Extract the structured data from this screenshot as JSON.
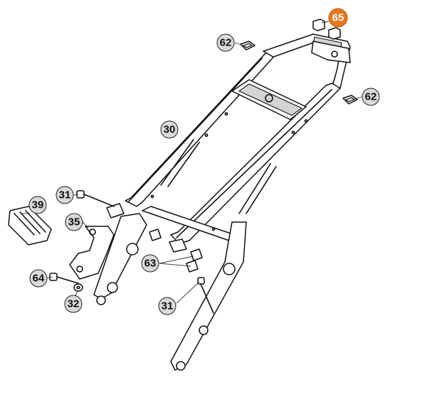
{
  "callouts": [
    {
      "id": "c65",
      "label": "65",
      "highlight": true
    },
    {
      "id": "c62a",
      "label": "62",
      "highlight": false
    },
    {
      "id": "c62b",
      "label": "62",
      "highlight": false
    },
    {
      "id": "c30",
      "label": "30",
      "highlight": false
    },
    {
      "id": "c31a",
      "label": "31",
      "highlight": false
    },
    {
      "id": "c39",
      "label": "39",
      "highlight": false
    },
    {
      "id": "c35",
      "label": "35",
      "highlight": false
    },
    {
      "id": "c63",
      "label": "63",
      "highlight": false
    },
    {
      "id": "c64",
      "label": "64",
      "highlight": false
    },
    {
      "id": "c32",
      "label": "32",
      "highlight": false
    },
    {
      "id": "c31b",
      "label": "31",
      "highlight": false
    }
  ],
  "colors": {
    "highlight": "#e6781e",
    "callout": "#d9d9d9",
    "line": "#111111"
  }
}
